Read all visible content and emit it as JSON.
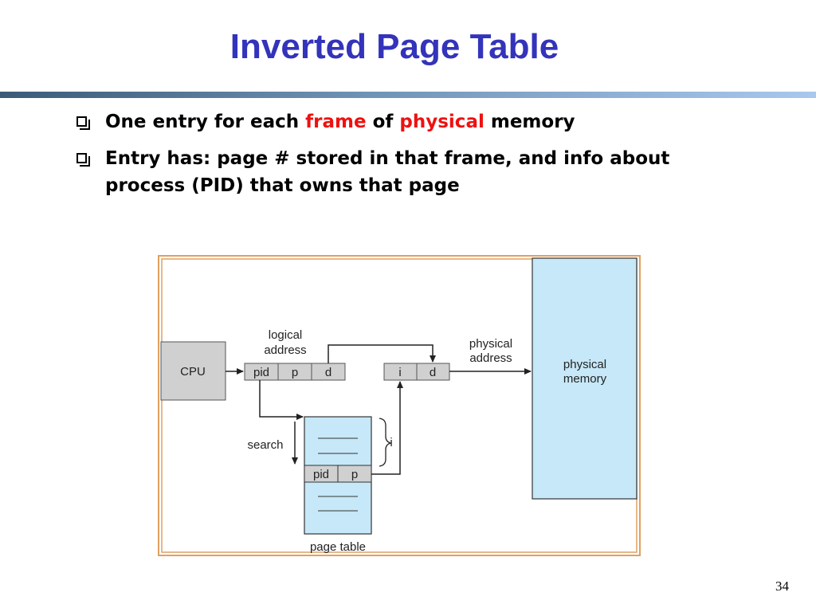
{
  "slide": {
    "title": "Inverted Page Table",
    "page_number": "34",
    "bullets": [
      {
        "parts": [
          "One entry for each ",
          "frame",
          " of ",
          "physical",
          " memory"
        ],
        "highlight_color": "#ee1111"
      },
      {
        "line1": "Entry has: page # stored in that frame, and info about",
        "line2": "process (PID) that owns that page"
      }
    ]
  },
  "diagram": {
    "frame_color": "#e0a060",
    "box_fill_blue": "#c6e8f8",
    "box_fill_gray": "#d0d0d0",
    "cpu_label": "CPU",
    "logical_address_label": [
      "logical",
      "address"
    ],
    "logical_fields": [
      "pid",
      "p",
      "d"
    ],
    "physical_address_label": [
      "physical",
      "address"
    ],
    "physical_fields": [
      "i",
      "d"
    ],
    "physical_memory_label": [
      "physical",
      "memory"
    ],
    "search_label": "search",
    "index_label": "i",
    "table_entry_fields": [
      "pid",
      "p"
    ],
    "page_table_label": "page table"
  }
}
